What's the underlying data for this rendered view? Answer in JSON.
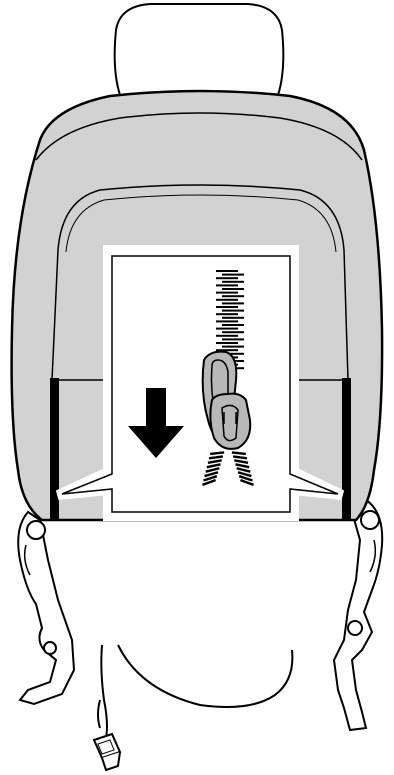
{
  "figure": {
    "subject": "seat-back-zipper-instruction",
    "colors": {
      "background": "#ffffff",
      "seat_fill": "#d2d2d2",
      "seat_stroke": "#000000",
      "panel_fill": "#ffffff",
      "zipper_fill": "#b8b8b8",
      "arrow_fill": "#000000"
    },
    "icons": [
      "headrest",
      "seat-back",
      "zipper-pull",
      "down-arrow-icon",
      "seat-brackets",
      "wiring-harness",
      "connector-plug"
    ]
  }
}
